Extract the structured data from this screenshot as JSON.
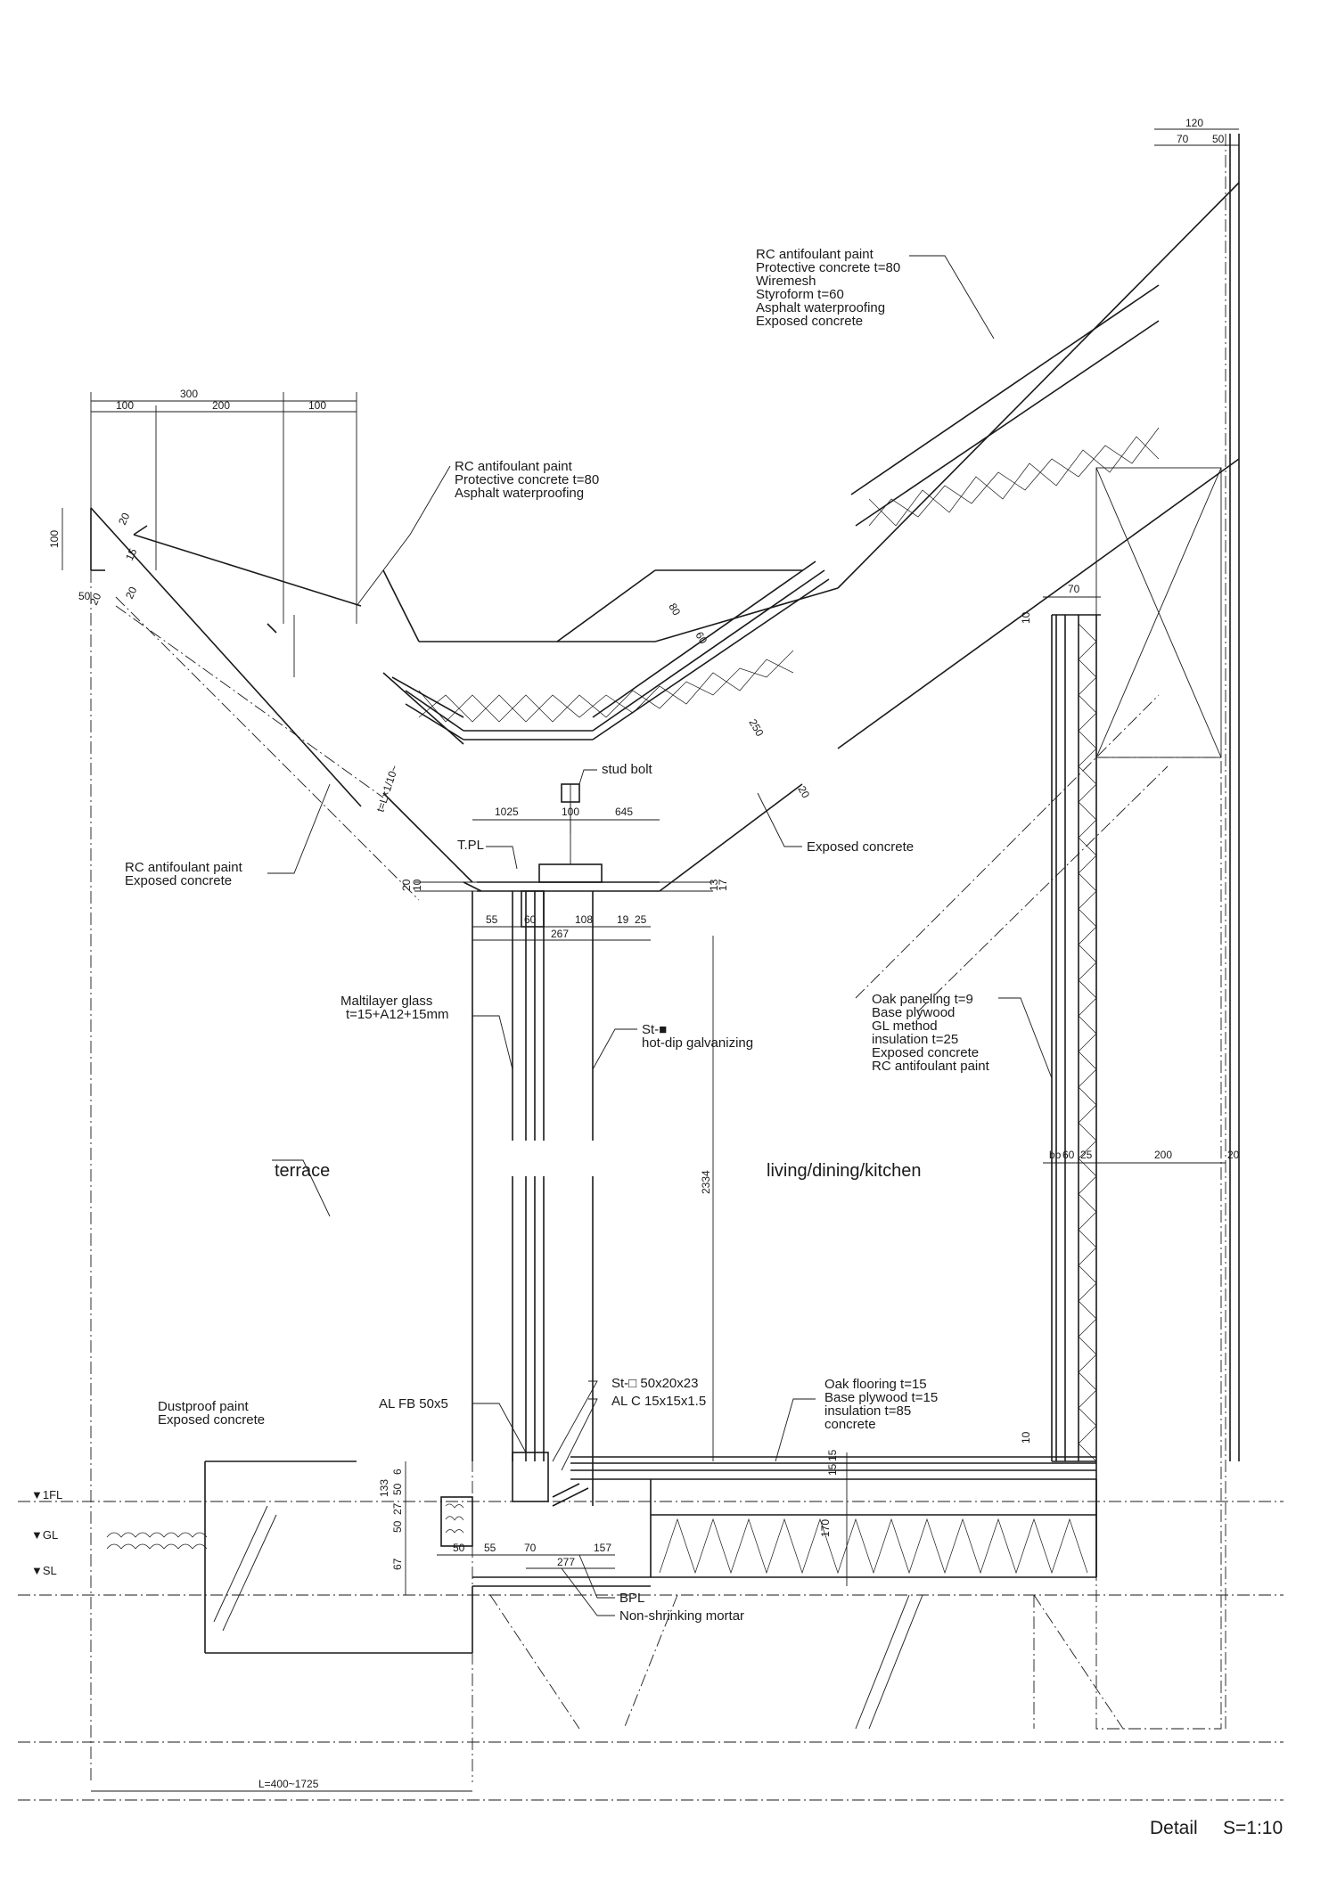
{
  "title": "Detail",
  "scale": "S=1:10",
  "rooms": {
    "terrace": "terrace",
    "living": "living/dining/kitchen"
  },
  "levels": {
    "fl": "▼1FL",
    "gl": "▼GL",
    "sl": "▼SL"
  },
  "notes": {
    "roof_upper": [
      "RC antifoulant paint",
      "Protective concrete t=80",
      "Wiremesh",
      "Styroform t=60",
      "Asphalt waterproofing",
      "Exposed concrete"
    ],
    "roof_eave": [
      "RC antifoulant paint",
      "Protective concrete t=80",
      "Asphalt waterproofing"
    ],
    "eave_soffit": [
      "RC antifoulant paint",
      "Exposed concrete"
    ],
    "stud_bolt": "stud bolt",
    "tpl": "T.PL",
    "exposed_concrete": "Exposed concrete",
    "glass": [
      "Maltilayer glass",
      "t=15+A12+15mm"
    ],
    "steel": [
      "St-■",
      "hot-dip galvanizing"
    ],
    "wall": [
      "Oak paneling t=9",
      "Base plywood",
      "GL method",
      "insulation t=25",
      "Exposed concrete",
      "RC antifoulant paint"
    ],
    "dustproof": [
      "Dustproof paint",
      "Exposed concrete"
    ],
    "alfb": "AL FB 50x5",
    "st_channel": "St-□ 50x20x23",
    "al_c": "AL C 15x15x1.5",
    "floor": [
      "Oak flooring t=15",
      "Base plywood t=15",
      "insulation t=85",
      "concrete"
    ],
    "bpl": "BPL",
    "mortar": "Non-shrinking mortar",
    "slope": "t=L×1/10~"
  },
  "dims": {
    "top_right_total": "120",
    "top_right_a": "70",
    "top_right_b": "50",
    "eave_total": "300",
    "eave_a": "100",
    "eave_b": "200",
    "eave_c": "100",
    "eave_h100": "100",
    "eave_20a": "20",
    "eave_15": "15",
    "eave_50": "50",
    "eave_20b": "20",
    "eave_20c": "20",
    "slab_80": "80",
    "slab_60": "60",
    "slab_250": "250",
    "slab_20": "20",
    "head_1025": "1025",
    "head_100": "100",
    "head_645": "645",
    "head_20": "20",
    "head_10": "10",
    "head_13": "13",
    "head_17": "17",
    "frame_55": "55",
    "frame_60": "60",
    "frame_108": "108",
    "frame_19": "19",
    "frame_25": "25",
    "frame_267": "267",
    "wall_70": "70",
    "wall_10": "10",
    "wall_bb": "bb",
    "wall_60": "60",
    "wall_25": "25",
    "wall_200": "200",
    "wall_20": "20",
    "height_2334": "2334",
    "base_6": "6",
    "base_50a": "50",
    "base_133": "133",
    "base_27": "27",
    "base_50b": "50",
    "base_67": "67",
    "base_50c": "50",
    "base_55": "55",
    "base_70": "70",
    "base_157": "157",
    "base_277": "277",
    "floor_10": "10",
    "floor_15": "15",
    "floor_15b": "15",
    "floor_170": "170",
    "span": "L=400~1725"
  }
}
